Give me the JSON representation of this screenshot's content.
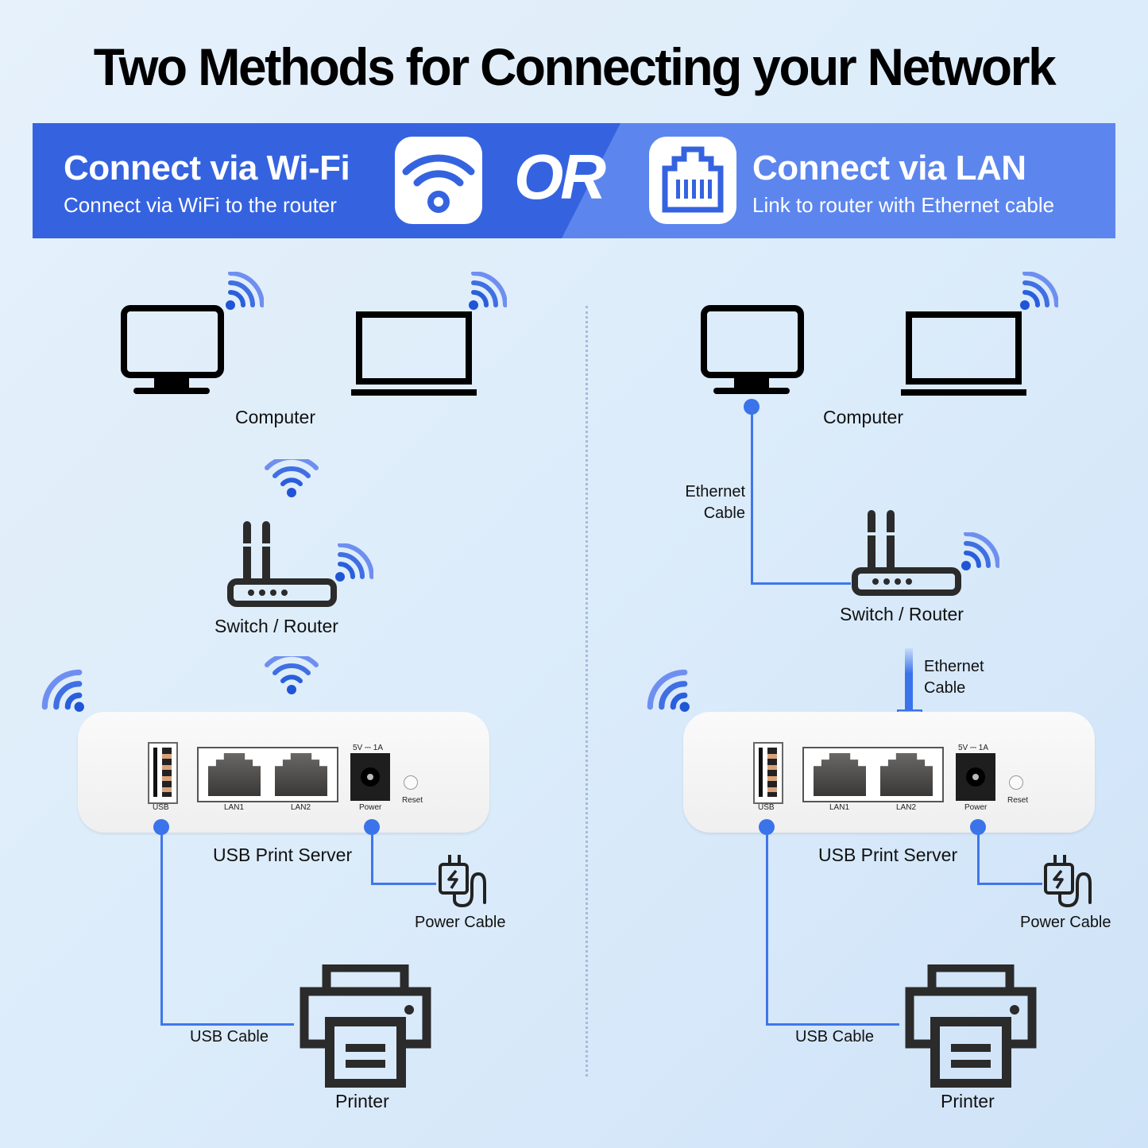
{
  "title": "Two Methods for Connecting your Network",
  "banner": {
    "wifi": {
      "heading": "Connect via Wi-Fi",
      "subtitle": "Connect via WiFi to the router",
      "icon": "wifi-icon"
    },
    "separator": "OR",
    "lan": {
      "heading": "Connect via LAN",
      "subtitle": "Link to router with Ethernet cable",
      "icon": "ethernet-port-icon"
    }
  },
  "colors": {
    "banner_left": "#3563e0",
    "banner_right": "#5c86ee",
    "accent": "#3a73ea",
    "icon_dark": "#2b2b2b"
  },
  "wifi_method": {
    "computer_label": "Computer",
    "router_label": "Switch / Router",
    "server_label": "USB Print Server",
    "power_cable_label": "Power Cable",
    "usb_cable_label": "USB Cable",
    "printer_label": "Printer"
  },
  "lan_method": {
    "computer_label": "Computer",
    "ethernet_cable_label_1": [
      "Ethernet",
      "Cable"
    ],
    "router_label": "Switch / Router",
    "ethernet_cable_label_2": [
      "Ethernet",
      "Cable"
    ],
    "server_label": "USB Print Server",
    "power_cable_label": "Power Cable",
    "usb_cable_label": "USB Cable",
    "printer_label": "Printer"
  },
  "print_server_ports": {
    "usb": "USB",
    "lan1": "LAN1",
    "lan2": "LAN2",
    "power_rating": "5V ⎓ 1A",
    "power": "Power",
    "reset": "Reset"
  }
}
